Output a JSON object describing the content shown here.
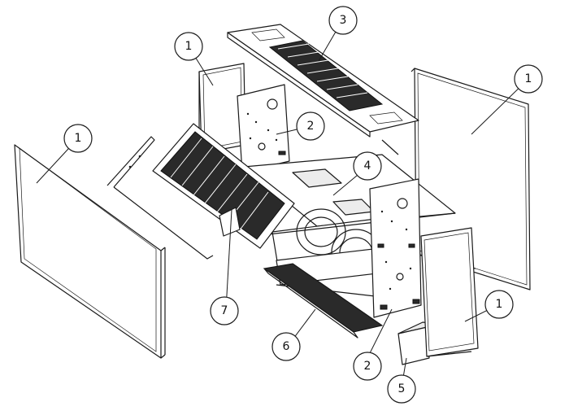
{
  "callouts": [
    {
      "id": "c1a",
      "label": "1"
    },
    {
      "id": "c1b",
      "label": "1"
    },
    {
      "id": "c1c",
      "label": "1"
    },
    {
      "id": "c1d",
      "label": "1"
    },
    {
      "id": "c2a",
      "label": "2"
    },
    {
      "id": "c2b",
      "label": "2"
    },
    {
      "id": "c3",
      "label": "3"
    },
    {
      "id": "c4",
      "label": "4"
    },
    {
      "id": "c5",
      "label": "5"
    },
    {
      "id": "c6",
      "label": "6"
    },
    {
      "id": "c7",
      "label": "7"
    }
  ]
}
